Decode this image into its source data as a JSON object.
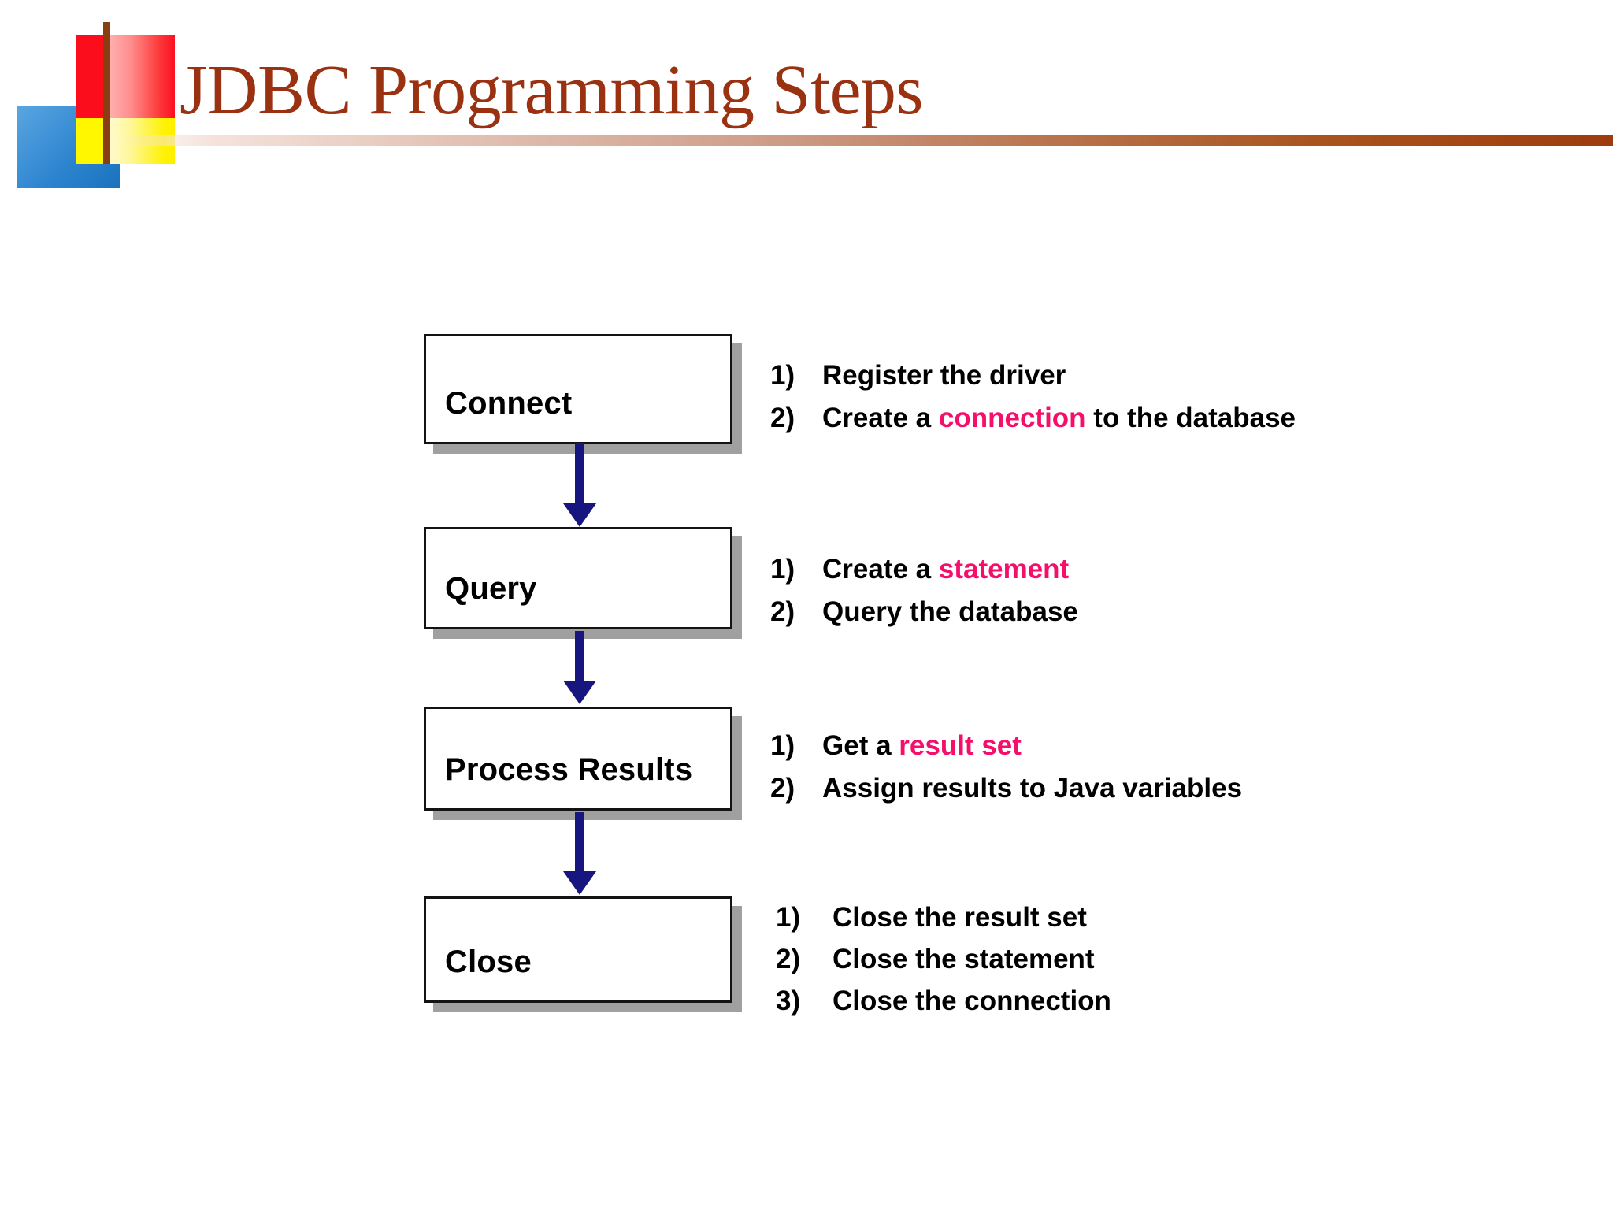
{
  "slide": {
    "title": "JDBC Programming Steps",
    "title_color": "#9a3110",
    "accent_color": "#f50e6a",
    "arrow_color": "#16167e",
    "background": "#ffffff"
  },
  "logo": {
    "name": "jdbc-decorative-logo",
    "blue_color": "#2f86d0",
    "red_color": "#fc0d1b",
    "yellow_color": "#fff700",
    "bar_color": "#8a3d10"
  },
  "flow": {
    "steps": [
      {
        "label": "Connect",
        "items": [
          {
            "num": "1)",
            "pre": "Register the driver",
            "highlight": "",
            "post": ""
          },
          {
            "num": "2)",
            "pre": "Create a ",
            "highlight": "connection",
            "post": " to the database"
          }
        ]
      },
      {
        "label": "Query",
        "items": [
          {
            "num": "1)",
            "pre": "Create a ",
            "highlight": "statement",
            "post": ""
          },
          {
            "num": "2)",
            "pre": "Query the database",
            "highlight": "",
            "post": ""
          }
        ]
      },
      {
        "label": "Process Results",
        "items": [
          {
            "num": "1)",
            "pre": "Get a ",
            "highlight": "result set",
            "post": ""
          },
          {
            "num": "2)",
            "pre": "Assign results to Java variables",
            "highlight": "",
            "post": ""
          }
        ]
      },
      {
        "label": "Close",
        "items": [
          {
            "num": "1)",
            "pre": "Close the result set",
            "highlight": "",
            "post": ""
          },
          {
            "num": "2)",
            "pre": "Close the statement",
            "highlight": "",
            "post": ""
          },
          {
            "num": "3)",
            "pre": "Close the connection",
            "highlight": "",
            "post": ""
          }
        ]
      }
    ]
  }
}
